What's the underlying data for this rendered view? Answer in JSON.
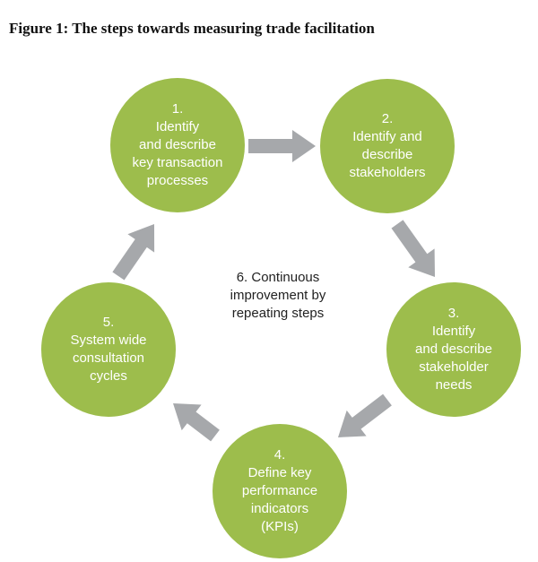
{
  "figure": {
    "title": "Figure 1: The steps towards measuring trade facilitation"
  },
  "colors": {
    "circle_fill": "#9dbd4c",
    "arrow_fill": "#a6a8ab",
    "text_on_circle": "#ffffff"
  },
  "steps": [
    {
      "id": "step-1",
      "lines": [
        "1.",
        "Identify",
        "and describe",
        "key transaction",
        "processes"
      ]
    },
    {
      "id": "step-2",
      "lines": [
        "2.",
        "Identify and",
        "describe",
        "stakeholders"
      ]
    },
    {
      "id": "step-3",
      "lines": [
        "3.",
        "Identify",
        "and describe",
        "stakeholder",
        "needs"
      ]
    },
    {
      "id": "step-4",
      "lines": [
        "4.",
        "Define key",
        "performance",
        "indicators",
        "(KPIs)"
      ]
    },
    {
      "id": "step-5",
      "lines": [
        "5.",
        "System wide",
        "consultation",
        "cycles"
      ]
    }
  ],
  "center": {
    "lines": [
      "6. Continuous",
      "improvement by",
      "repeating steps"
    ]
  },
  "arrows": [
    {
      "from": "step-1",
      "to": "step-2",
      "icon": "arrow-right-icon"
    },
    {
      "from": "step-2",
      "to": "step-3",
      "icon": "arrow-down-right-icon"
    },
    {
      "from": "step-3",
      "to": "step-4",
      "icon": "arrow-down-left-icon"
    },
    {
      "from": "step-4",
      "to": "step-5",
      "icon": "arrow-up-left-icon"
    },
    {
      "from": "step-5",
      "to": "step-1",
      "icon": "arrow-up-icon"
    }
  ]
}
